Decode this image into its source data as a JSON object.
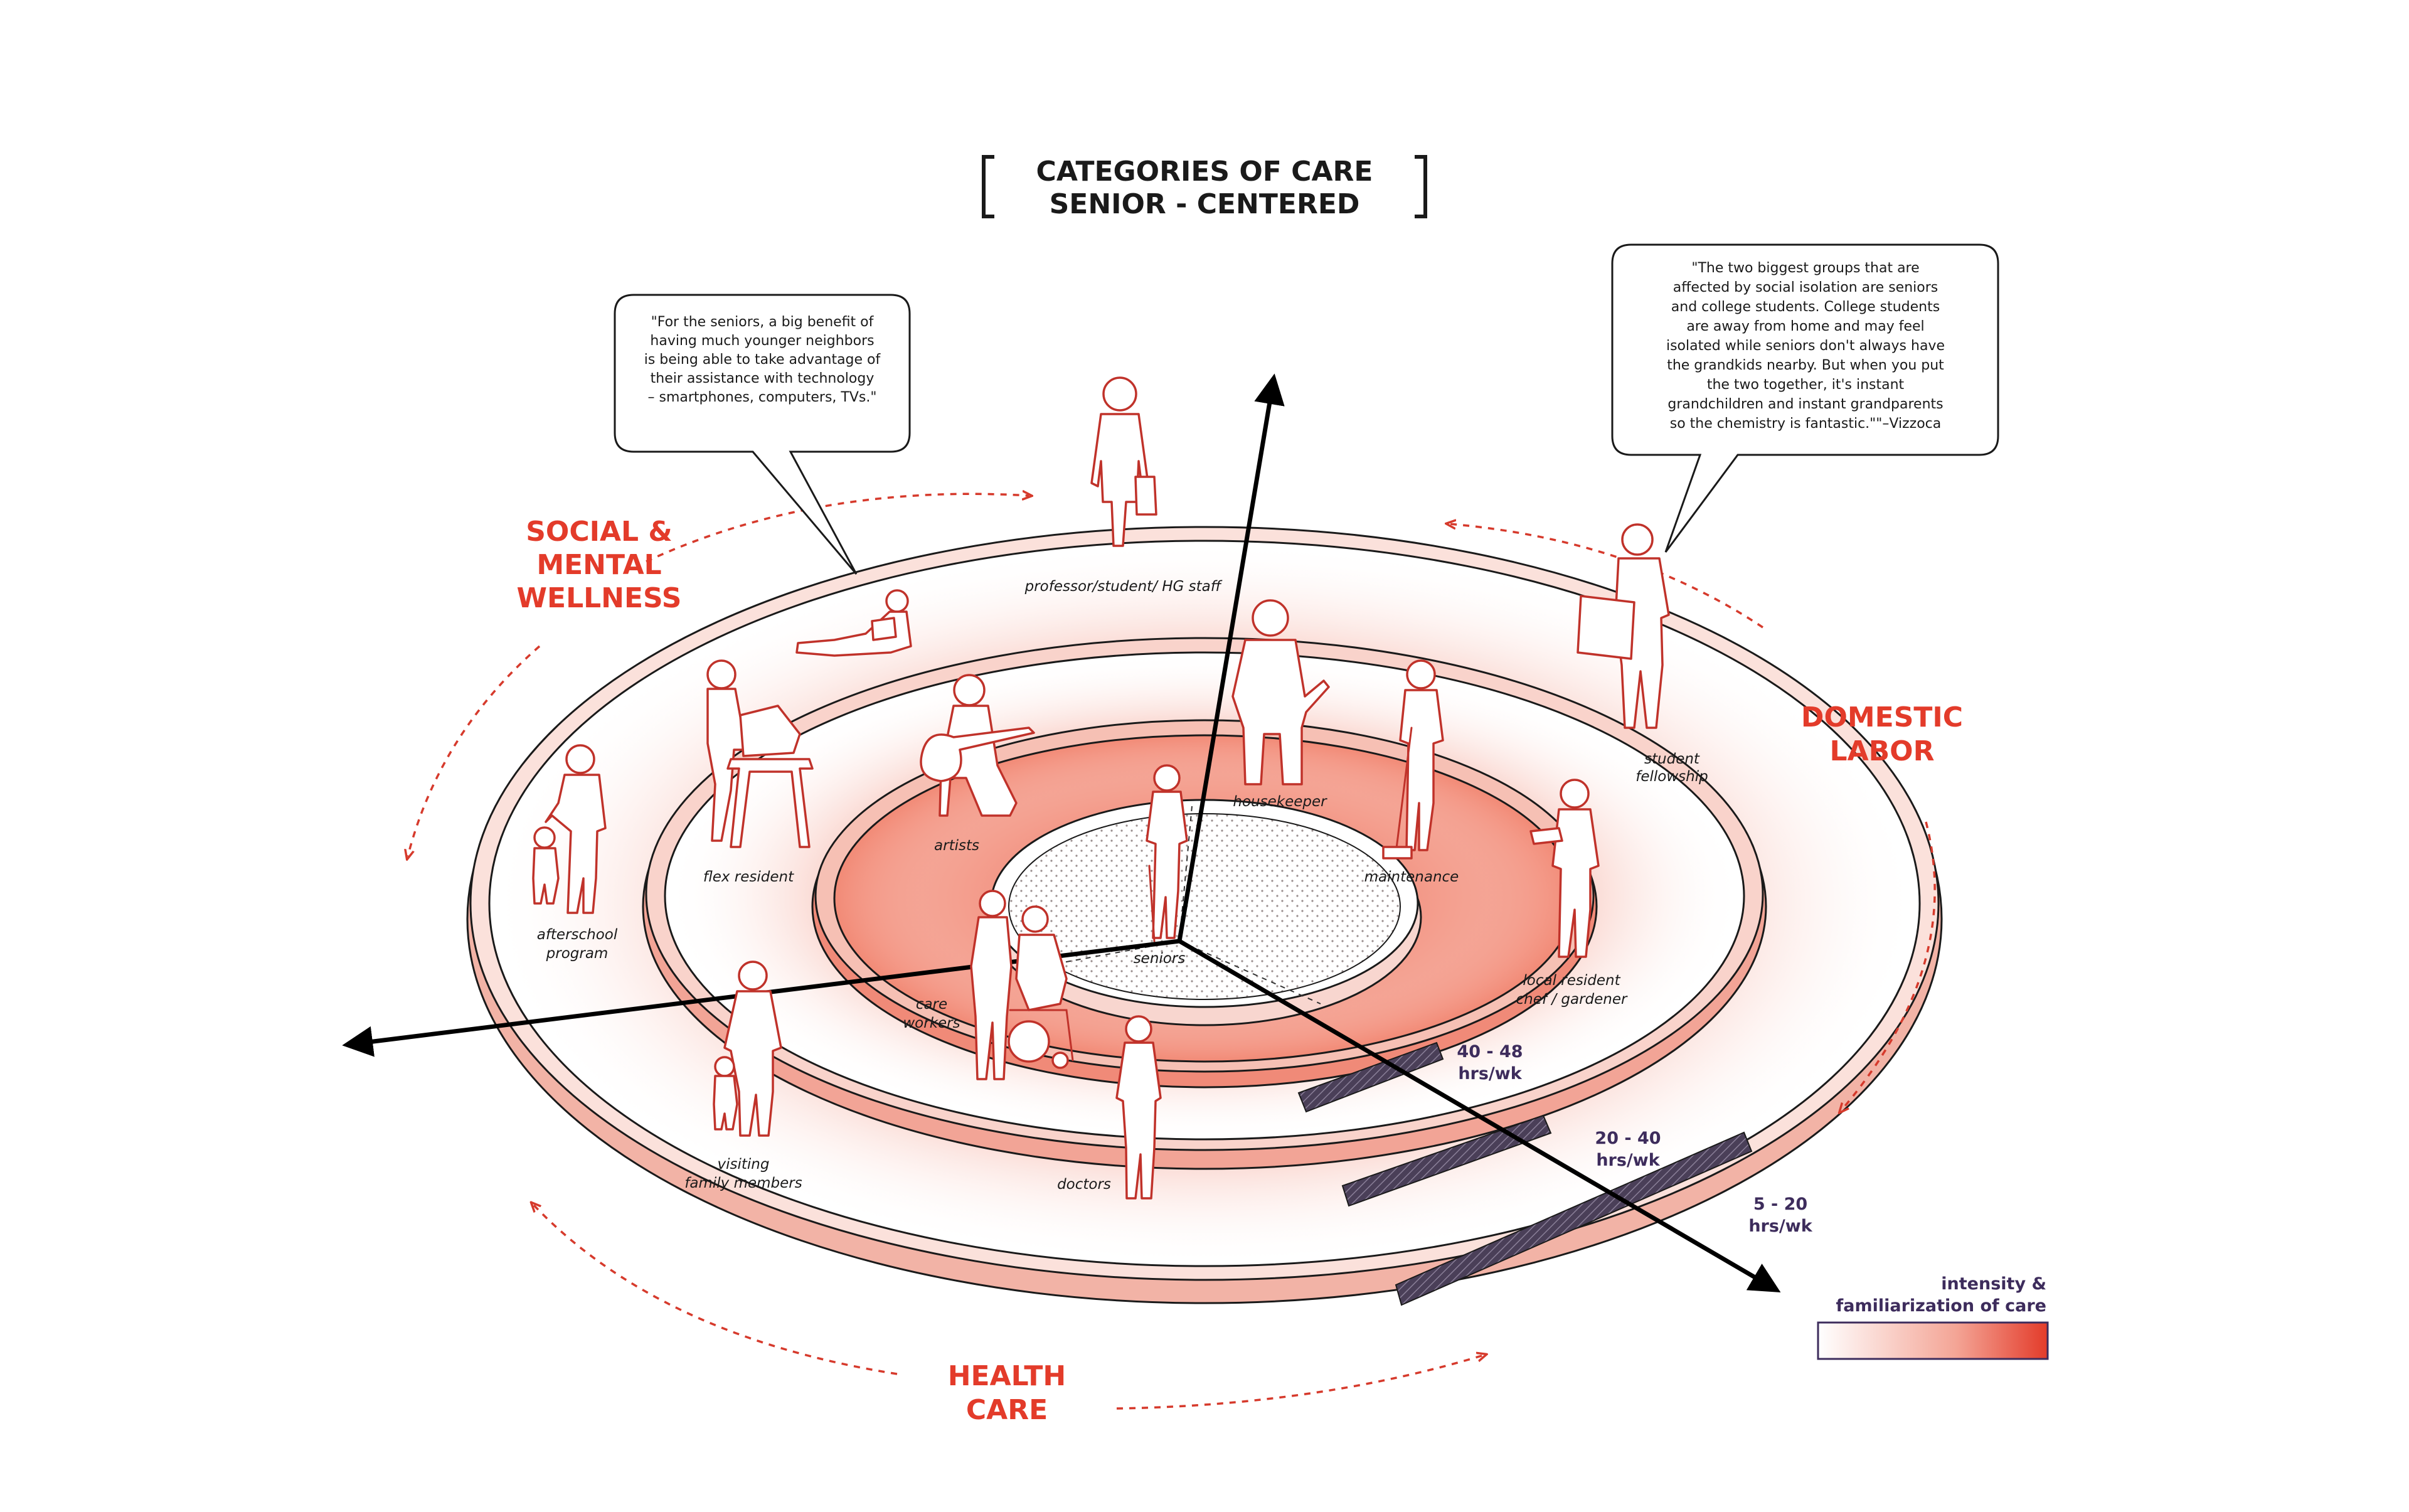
{
  "title": {
    "line1": "CATEGORIES OF CARE",
    "line2": "SENIOR - CENTERED"
  },
  "categories": {
    "social": [
      "SOCIAL &",
      "MENTAL",
      "WELLNESS"
    ],
    "domestic": [
      "DOMESTIC",
      "LABOR"
    ],
    "health": [
      "HEALTH",
      "CARE"
    ]
  },
  "quotes": {
    "left": [
      "\"For the seniors, a big benefit of",
      "having much younger neighbors",
      "is being able to take advantage of",
      "their assistance with technology",
      "– smartphones, computers, TVs.\""
    ],
    "right": [
      "\"The two biggest groups that are",
      "affected by social isolation are seniors",
      "and college students. College students",
      "are away from home and may feel",
      "isolated while seniors don't always have",
      "the grandkids nearby. But when you put",
      "the two together, it's instant",
      "grandchildren and instant grandparents",
      "so the chemistry is fantastic.\"\"–Vizzoca"
    ]
  },
  "roles": {
    "professor": "professor/student/ HG staff",
    "housekeeper": "housekeeper",
    "maintenance": "maintenance",
    "student_fellowship": [
      "student",
      "fellowship"
    ],
    "local_resident": [
      "local resident",
      "chef / gardener"
    ],
    "artists": "artists",
    "flex_resident": "flex resident",
    "afterschool": [
      "afterschool",
      "program"
    ],
    "seniors": "seniors",
    "care_workers": [
      "care",
      "workers"
    ],
    "visiting_family": [
      "visiting",
      "family members"
    ],
    "doctors": "doctors"
  },
  "hours": {
    "inner": [
      "40 - 48",
      "hrs/wk"
    ],
    "middle": [
      "20 - 40",
      "hrs/wk"
    ],
    "outer": [
      "5 - 20",
      "hrs/wk"
    ]
  },
  "legend": {
    "line1": "intensity &",
    "line2": "familiarization of care",
    "gradient_start": "#ffffff",
    "gradient_end": "#e33b2a"
  },
  "colors": {
    "accent_red": "#e33b2a",
    "figure_outline": "#c0322a",
    "hours_purple": "#3d2c5c",
    "ring_fill": "#f7c7bd"
  }
}
